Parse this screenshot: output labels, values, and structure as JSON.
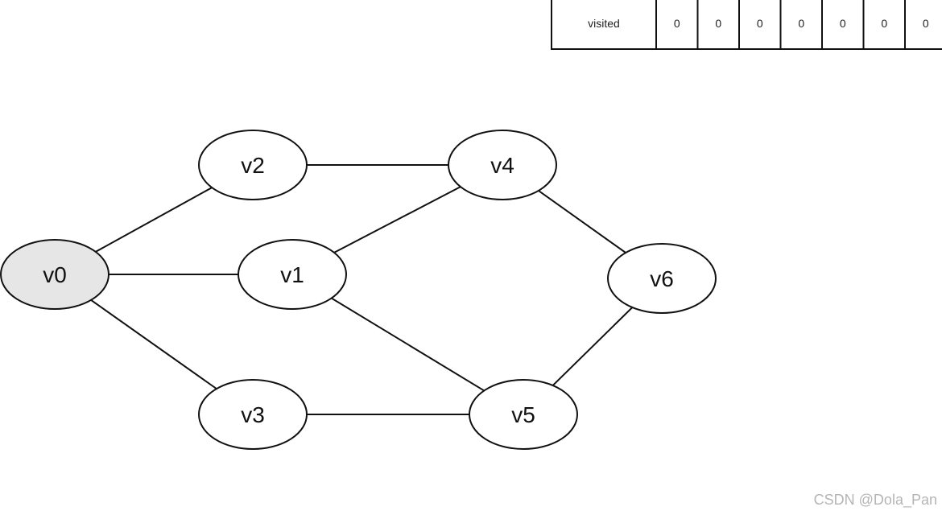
{
  "visited_table": {
    "header": "visited",
    "values": [
      "0",
      "0",
      "0",
      "0",
      "0",
      "0",
      "0"
    ]
  },
  "graph": {
    "nodes": [
      {
        "id": "v0",
        "label": "v0",
        "visited": true
      },
      {
        "id": "v1",
        "label": "v1",
        "visited": false
      },
      {
        "id": "v2",
        "label": "v2",
        "visited": false
      },
      {
        "id": "v3",
        "label": "v3",
        "visited": false
      },
      {
        "id": "v4",
        "label": "v4",
        "visited": false
      },
      {
        "id": "v5",
        "label": "v5",
        "visited": false
      },
      {
        "id": "v6",
        "label": "v6",
        "visited": false
      }
    ],
    "edges": [
      [
        "v0",
        "v2"
      ],
      [
        "v0",
        "v1"
      ],
      [
        "v0",
        "v3"
      ],
      [
        "v2",
        "v4"
      ],
      [
        "v1",
        "v4"
      ],
      [
        "v1",
        "v5"
      ],
      [
        "v3",
        "v5"
      ],
      [
        "v4",
        "v6"
      ],
      [
        "v5",
        "v6"
      ]
    ]
  },
  "colors": {
    "visited_fill": "#e6e6e6",
    "node_fill": "#ffffff",
    "stroke": "#111111"
  },
  "watermark": "CSDN @Dola_Pan"
}
